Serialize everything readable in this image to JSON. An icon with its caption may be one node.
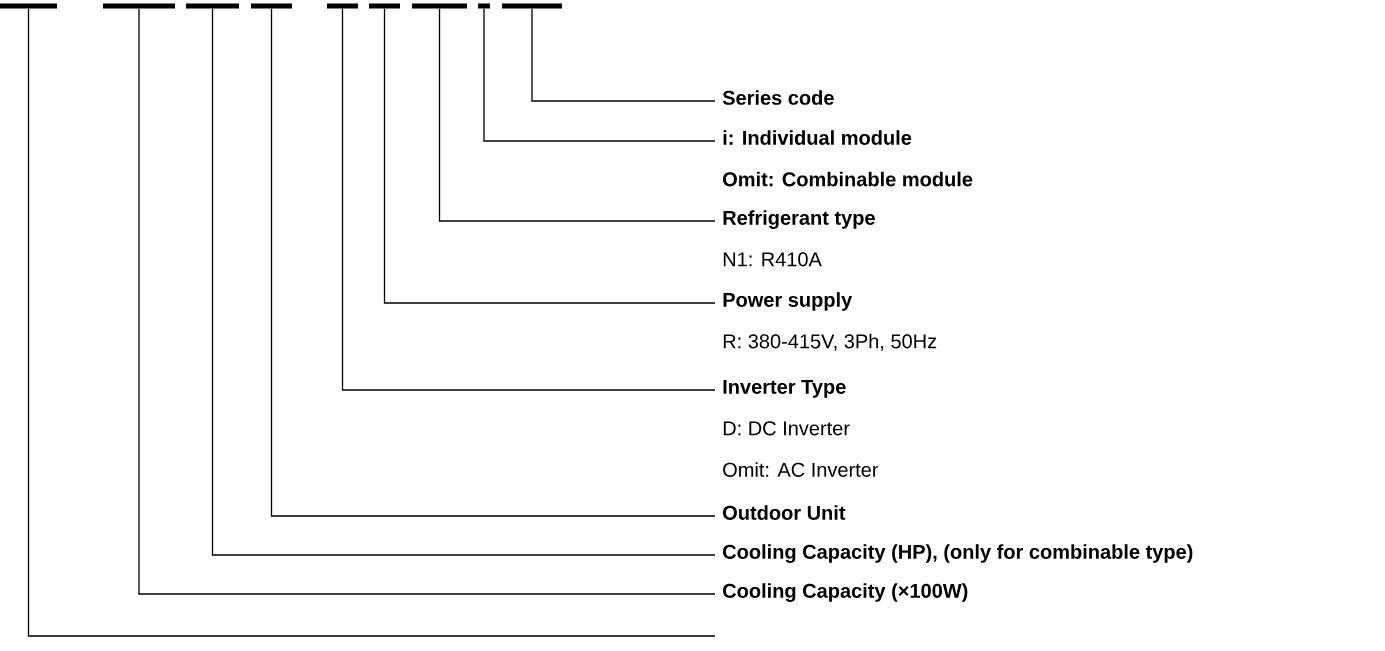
{
  "diagram": {
    "nodes": [
      {
        "text": [
          "Series code"
        ]
      },
      {
        "text": [
          "i: Individual module",
          "Omit: Combinable module"
        ]
      },
      {
        "text": [
          "Refrigerant type",
          "N1: R410A"
        ]
      },
      {
        "text": [
          "Power supply",
          "R: 380-415V, 3Ph, 50Hz"
        ]
      },
      {
        "text": [
          "Inverter Type",
          "D: DC Inverter",
          "Omit: AC Inverter"
        ]
      },
      {
        "text": [
          "Outdoor Unit"
        ]
      },
      {
        "text": [
          "Cooling Capacity (HP), (only for combinable type)"
        ]
      },
      {
        "text": [
          "Cooling Capacity (×100W)"
        ]
      },
      {
        "text": [],
        "shape": "bar"
      },
      {
        "text": [],
        "shape": "bar"
      },
      {
        "text": [],
        "shape": "bar"
      },
      {
        "text": [],
        "shape": "bar"
      },
      {
        "text": [],
        "shape": "bar"
      },
      {
        "text": [],
        "shape": "bar"
      },
      {
        "text": [],
        "shape": "bar"
      },
      {
        "text": [],
        "shape": "bar"
      },
      {
        "text": [],
        "shape": "bar"
      }
    ],
    "edges": [
      {
        "from": 0,
        "to": 16,
        "arrow": "none"
      },
      {
        "from": 1,
        "to": 15,
        "arrow": "none"
      },
      {
        "from": 2,
        "to": 14,
        "arrow": "none"
      },
      {
        "from": 3,
        "to": 13,
        "arrow": "none"
      },
      {
        "from": 4,
        "to": 12,
        "arrow": "none"
      },
      {
        "from": 5,
        "to": 11,
        "arrow": "none"
      },
      {
        "from": 6,
        "to": 10,
        "arrow": "none"
      },
      {
        "from": 7,
        "to": 9,
        "arrow": "none"
      },
      {
        "from": null,
        "to": 8,
        "arrow": "none"
      }
    ]
  }
}
